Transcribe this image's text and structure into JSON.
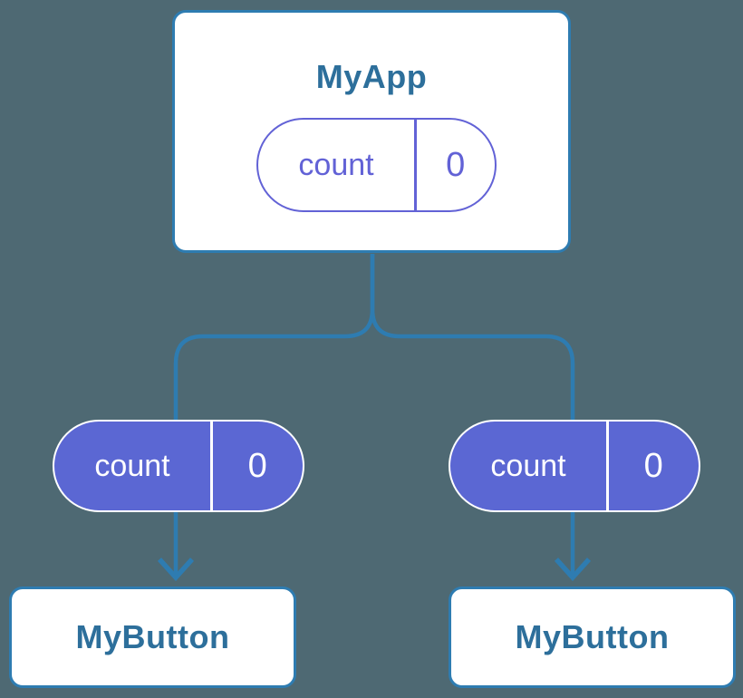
{
  "colors": {
    "background": "#4e6973",
    "connector": "#2e7cb1",
    "node_fill": "#ffffff",
    "node_border": "#2e7cb1",
    "node_text": "#2d6f9b",
    "pill_purple_fill": "#5b67d3",
    "pill_purple_text": "#ffffff",
    "pill_outline_purple": "#6262d6",
    "pill_white_fill": "#ffffff"
  },
  "tree": {
    "root": {
      "title": "MyApp",
      "state": {
        "name": "count",
        "value": "0"
      }
    },
    "children": [
      {
        "title": "MyButton",
        "state": {
          "name": "count",
          "value": "0"
        }
      },
      {
        "title": "MyButton",
        "state": {
          "name": "count",
          "value": "0"
        }
      }
    ]
  }
}
